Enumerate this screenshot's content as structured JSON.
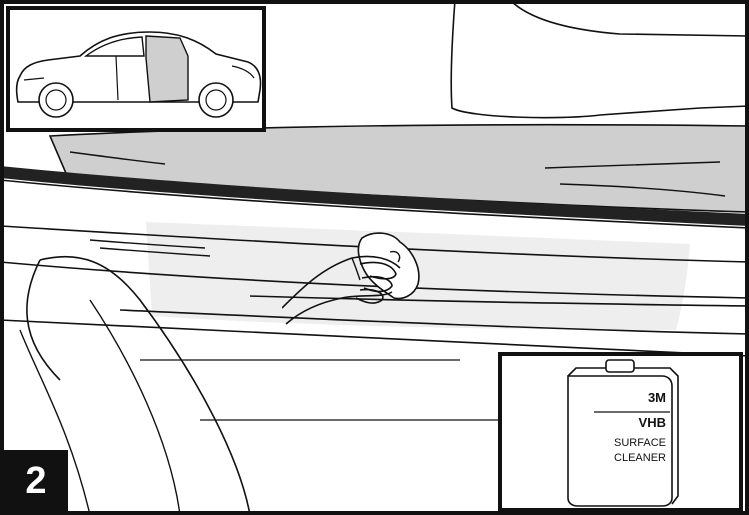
{
  "step": {
    "number": "2"
  },
  "product": {
    "brand": "3M",
    "line": "VHB",
    "name_line1": "SURFACE",
    "name_line2": "CLEANER"
  },
  "colors": {
    "outline": "#111111",
    "background": "#ffffff",
    "door_panel_fill": "#cfcfcf",
    "sill_highlight": "#eeeeee",
    "weatherstrip": "#222222"
  },
  "icons": {
    "car": "car-side-view-icon",
    "hand": "hand-wiping-cloth-icon",
    "can": "cleaner-can-icon"
  }
}
